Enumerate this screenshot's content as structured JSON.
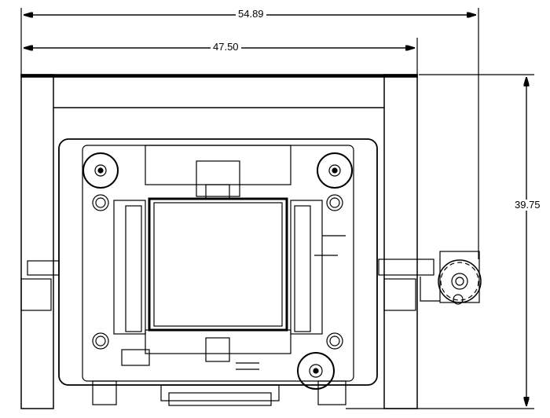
{
  "drawing": {
    "dimensions": {
      "overall_width": "54.89",
      "frame_width": "47.50",
      "height": "39.75"
    },
    "colors": {
      "line": "#000000",
      "background": "#ffffff"
    }
  }
}
